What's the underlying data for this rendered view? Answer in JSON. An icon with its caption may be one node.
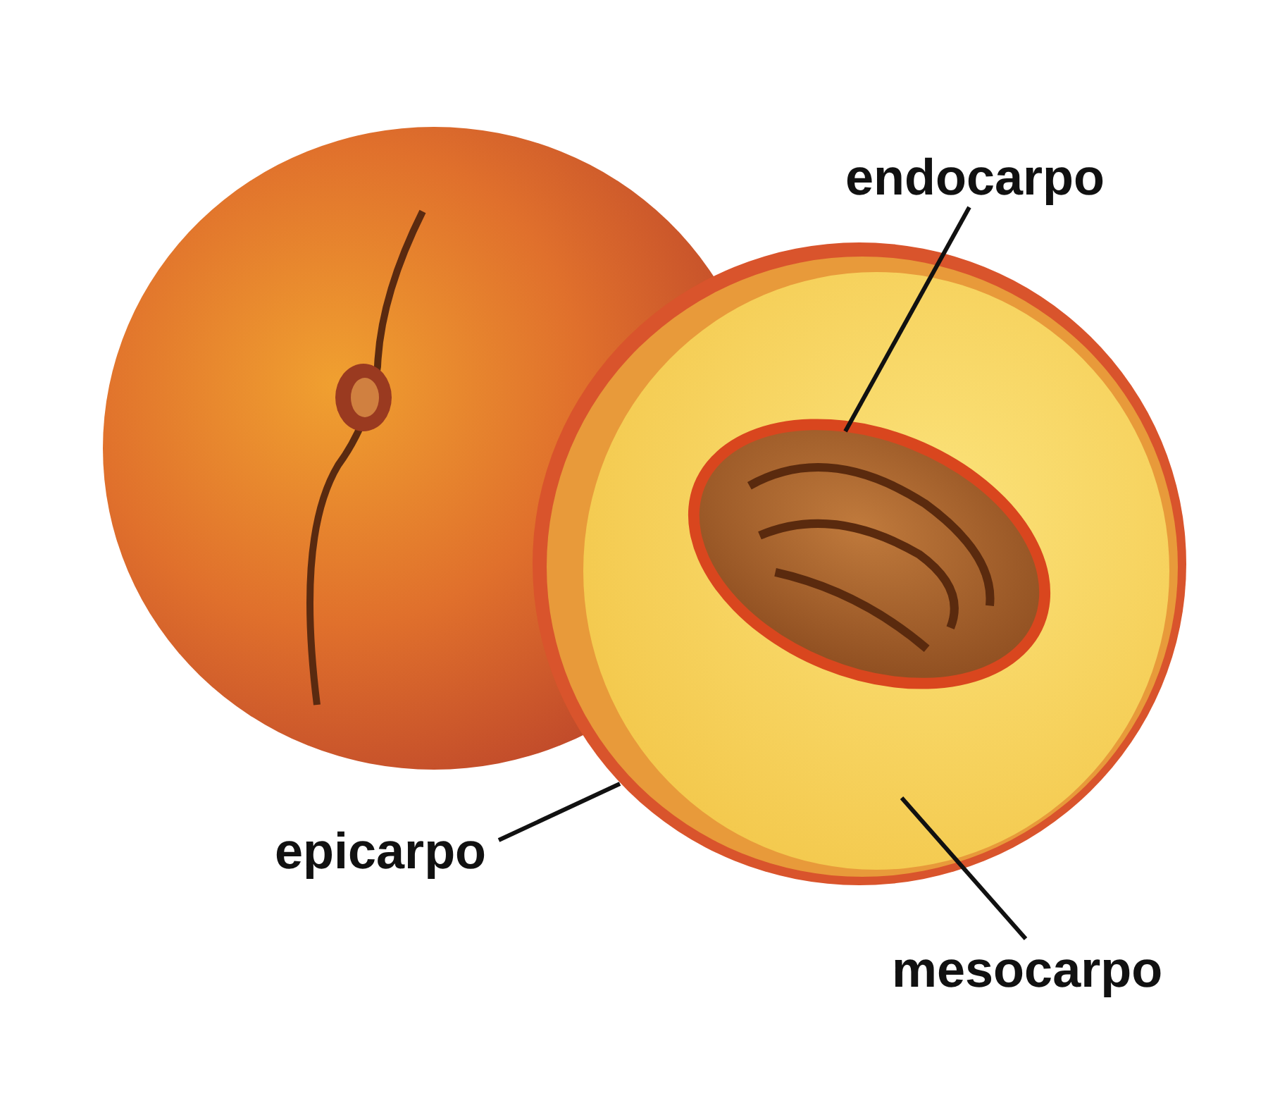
{
  "diagram": {
    "nodes": [
      {
        "text": [
          "endocarpo"
        ]
      },
      {
        "text": [],
        "shape": "picture",
        "in": 5
      },
      {
        "text": [
          "epicarpo"
        ]
      },
      {
        "text": [],
        "shape": "picture"
      },
      {
        "text": [
          "mesocarpo"
        ]
      },
      {
        "text": [],
        "shape": "picture",
        "in": 3
      }
    ],
    "edges": [
      {
        "from": 0,
        "to": 1,
        "arrow": "none"
      },
      {
        "from": 2,
        "to": 3,
        "arrow": "none"
      },
      {
        "from": 4,
        "to": 5,
        "arrow": "none"
      }
    ]
  }
}
